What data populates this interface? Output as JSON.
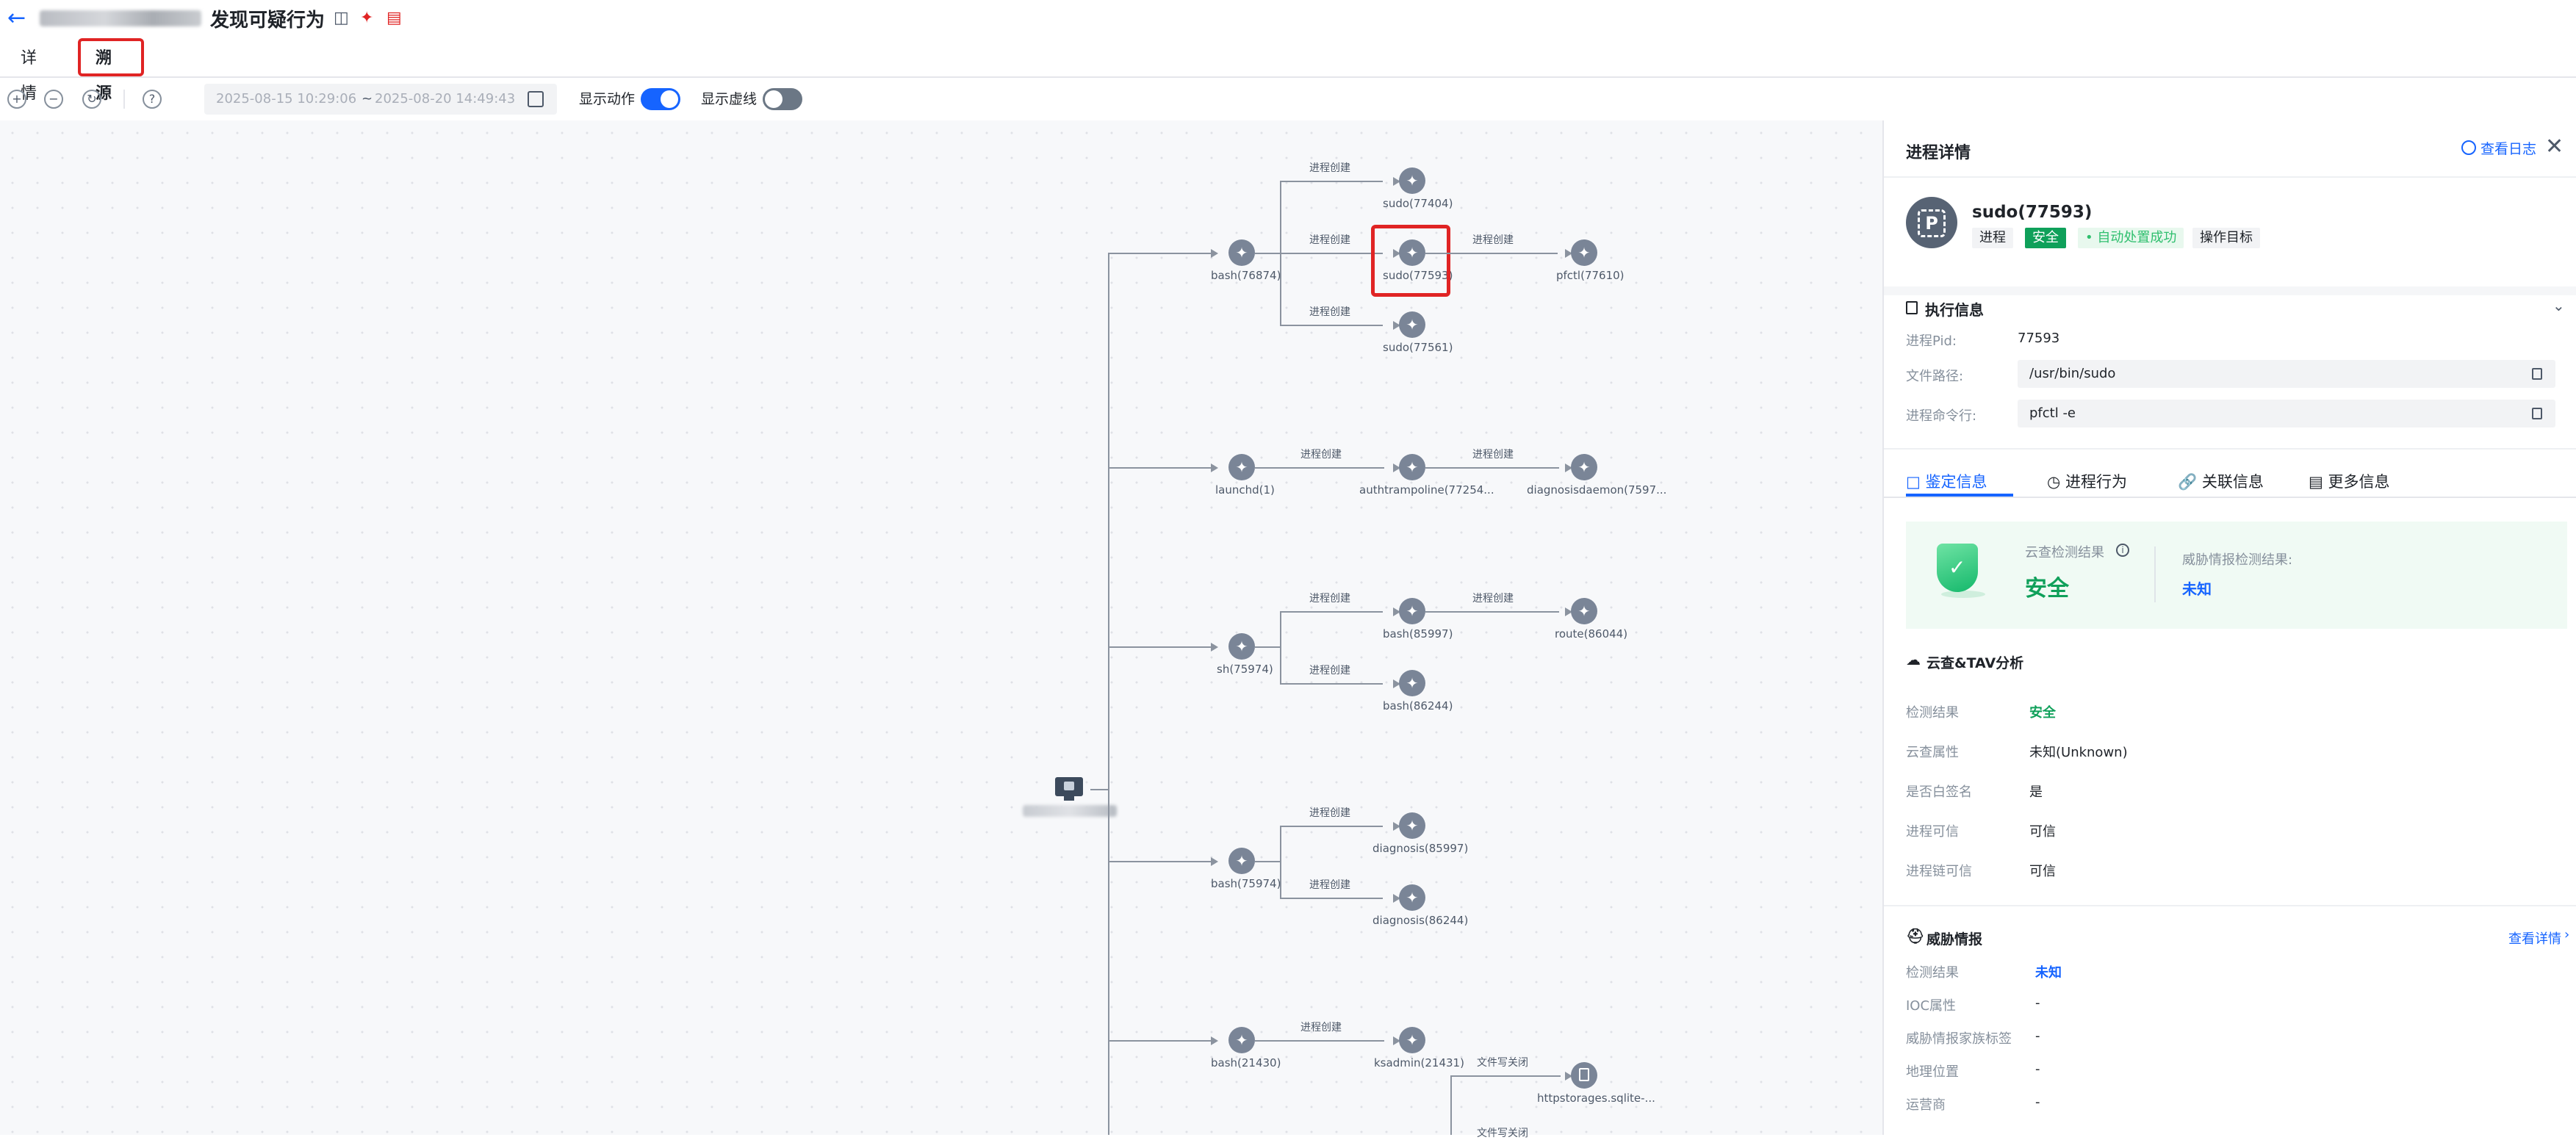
{
  "header": {
    "title": "发现可疑行为",
    "tabs": [
      {
        "label": "详情"
      },
      {
        "label": "溯源"
      }
    ]
  },
  "toolbar": {
    "date_start": "2025-08-15 10:29:06",
    "date_sep": "~",
    "date_end": "2025-08-20 14:49:43",
    "show_actions_label": "显示动作",
    "show_actions_on": true,
    "show_virtual_label": "显示虚线",
    "show_virtual_on": false
  },
  "graph": {
    "nodes": [
      {
        "label": "bash(76874)"
      },
      {
        "label": "sudo(77404)"
      },
      {
        "label": "sudo(77593)"
      },
      {
        "label": "sudo(77561)"
      },
      {
        "label": "pfctl(77610)"
      },
      {
        "label": "launchd(1)"
      },
      {
        "label": "authtrampoline(77254..."
      },
      {
        "label": "diagnosisdaemon(7597..."
      },
      {
        "label": "sh(75974)"
      },
      {
        "label": "bash(85997)"
      },
      {
        "label": "route(86044)"
      },
      {
        "label": "bash(86244)"
      },
      {
        "label": "bash(75974)"
      },
      {
        "label": "diagnosis(85997)"
      },
      {
        "label": "diagnosis(86244)"
      },
      {
        "label": "bash(21430)"
      },
      {
        "label": "ksadmin(21431)"
      },
      {
        "label": "httpstorages.sqlite-..."
      }
    ],
    "edge_label": "进程创建",
    "file_edge_label": "文件写关闭",
    "file_edge_label_cut": "文件写关闭"
  },
  "panel": {
    "title": "进程详情",
    "view_log": "查看日志",
    "process_name": "sudo(77593)",
    "tags": [
      "进程",
      "安全",
      "• 自动处置成功",
      "操作目标"
    ],
    "exec_section": "执行信息",
    "exec_fields": [
      {
        "key": "进程Pid:",
        "value": "77593"
      },
      {
        "key": "文件路径:",
        "value": "/usr/bin/sudo"
      },
      {
        "key": "进程命令行:",
        "value": "pfctl -e"
      }
    ],
    "tabs": [
      {
        "label": "鉴定信息"
      },
      {
        "label": "进程行为"
      },
      {
        "label": "关联信息"
      },
      {
        "label": "更多信息"
      }
    ],
    "result": {
      "cloud_label": "云查检测结果",
      "cloud_value": "安全",
      "threat_label": "威胁情报检测结果:",
      "threat_value": "未知"
    },
    "tav_section": "云查&TAV分析",
    "tav_fields": [
      {
        "key": "检测结果",
        "value": "安全"
      },
      {
        "key": "云查属性",
        "value": "未知(Unknown)"
      },
      {
        "key": "是否白签名",
        "value": "是"
      },
      {
        "key": "进程可信",
        "value": "可信"
      },
      {
        "key": "进程链可信",
        "value": "可信"
      }
    ],
    "intel_section": "威胁情报",
    "intel_link": "查看详情",
    "intel_fields": [
      {
        "key": "检测结果",
        "value": "未知"
      },
      {
        "key": "IOC属性",
        "value": "-"
      },
      {
        "key": "威胁情报家族标签",
        "value": "-"
      },
      {
        "key": "地理位置",
        "value": "-"
      },
      {
        "key": "运营商",
        "value": "-"
      }
    ]
  },
  "colors": {
    "accent": "#1664ff",
    "safe": "#0fa05a",
    "highlight": "#e02424",
    "node": "#7a8597"
  }
}
